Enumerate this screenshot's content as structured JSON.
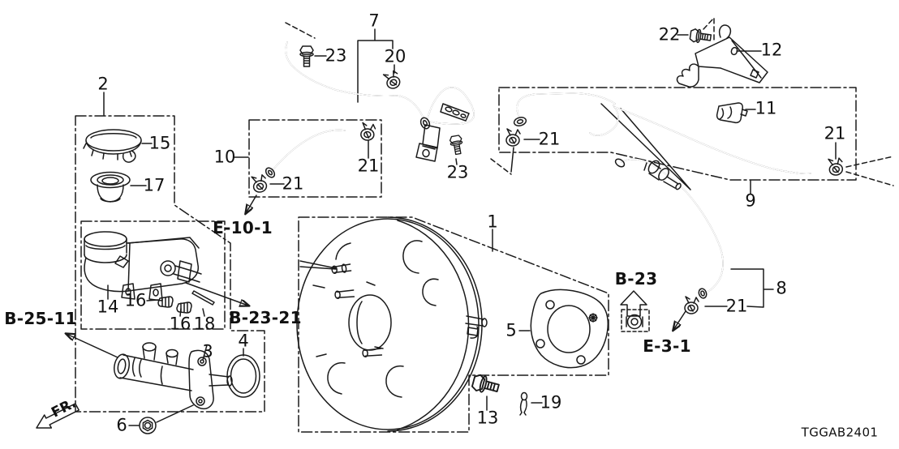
{
  "diagram": {
    "code": "TGGAB2401",
    "orientation": "FR."
  },
  "callouts": [
    {
      "part": "reservoir-cap-set",
      "text": "2"
    },
    {
      "part": "cap",
      "text": "15"
    },
    {
      "part": "strainer",
      "text": "17"
    },
    {
      "part": "hose-e101",
      "text": "10"
    },
    {
      "part": "clamp-hose10-lower",
      "text": "21"
    },
    {
      "part": "clamp-hose10-upper",
      "text": "21"
    },
    {
      "part": "pipe-assy",
      "text": "7"
    },
    {
      "part": "bolt-upper",
      "text": "23"
    },
    {
      "part": "clamp-pipe",
      "text": "20"
    },
    {
      "part": "bolt-bracket",
      "text": "23"
    },
    {
      "part": "reservoir",
      "text": "14"
    },
    {
      "part": "seal-a",
      "text": "16"
    },
    {
      "part": "seal-b",
      "text": "16"
    },
    {
      "part": "pin",
      "text": "18"
    },
    {
      "part": "master-cylinder",
      "text": "3"
    },
    {
      "part": "o-ring",
      "text": "4"
    },
    {
      "part": "nut",
      "text": "6"
    },
    {
      "part": "booster",
      "text": "1"
    },
    {
      "part": "gasket",
      "text": "5"
    },
    {
      "part": "bolt-booster",
      "text": "13"
    },
    {
      "part": "clip",
      "text": "19"
    },
    {
      "part": "bolt-bracket12",
      "text": "22"
    },
    {
      "part": "bracket",
      "text": "12"
    },
    {
      "part": "clamp-block",
      "text": "11"
    },
    {
      "part": "clamp-hose9-left",
      "text": "21"
    },
    {
      "part": "clamp-hose9-right",
      "text": "21"
    },
    {
      "part": "vacuum-hose",
      "text": "9"
    },
    {
      "part": "clamp-hose8",
      "text": "21"
    },
    {
      "part": "hose-lower",
      "text": "8"
    }
  ],
  "ref_codes": [
    {
      "code": "B-25-11"
    },
    {
      "code": "E-10-1"
    },
    {
      "code": "B-23-21"
    },
    {
      "code": "B-23"
    },
    {
      "code": "E-3-1"
    }
  ]
}
